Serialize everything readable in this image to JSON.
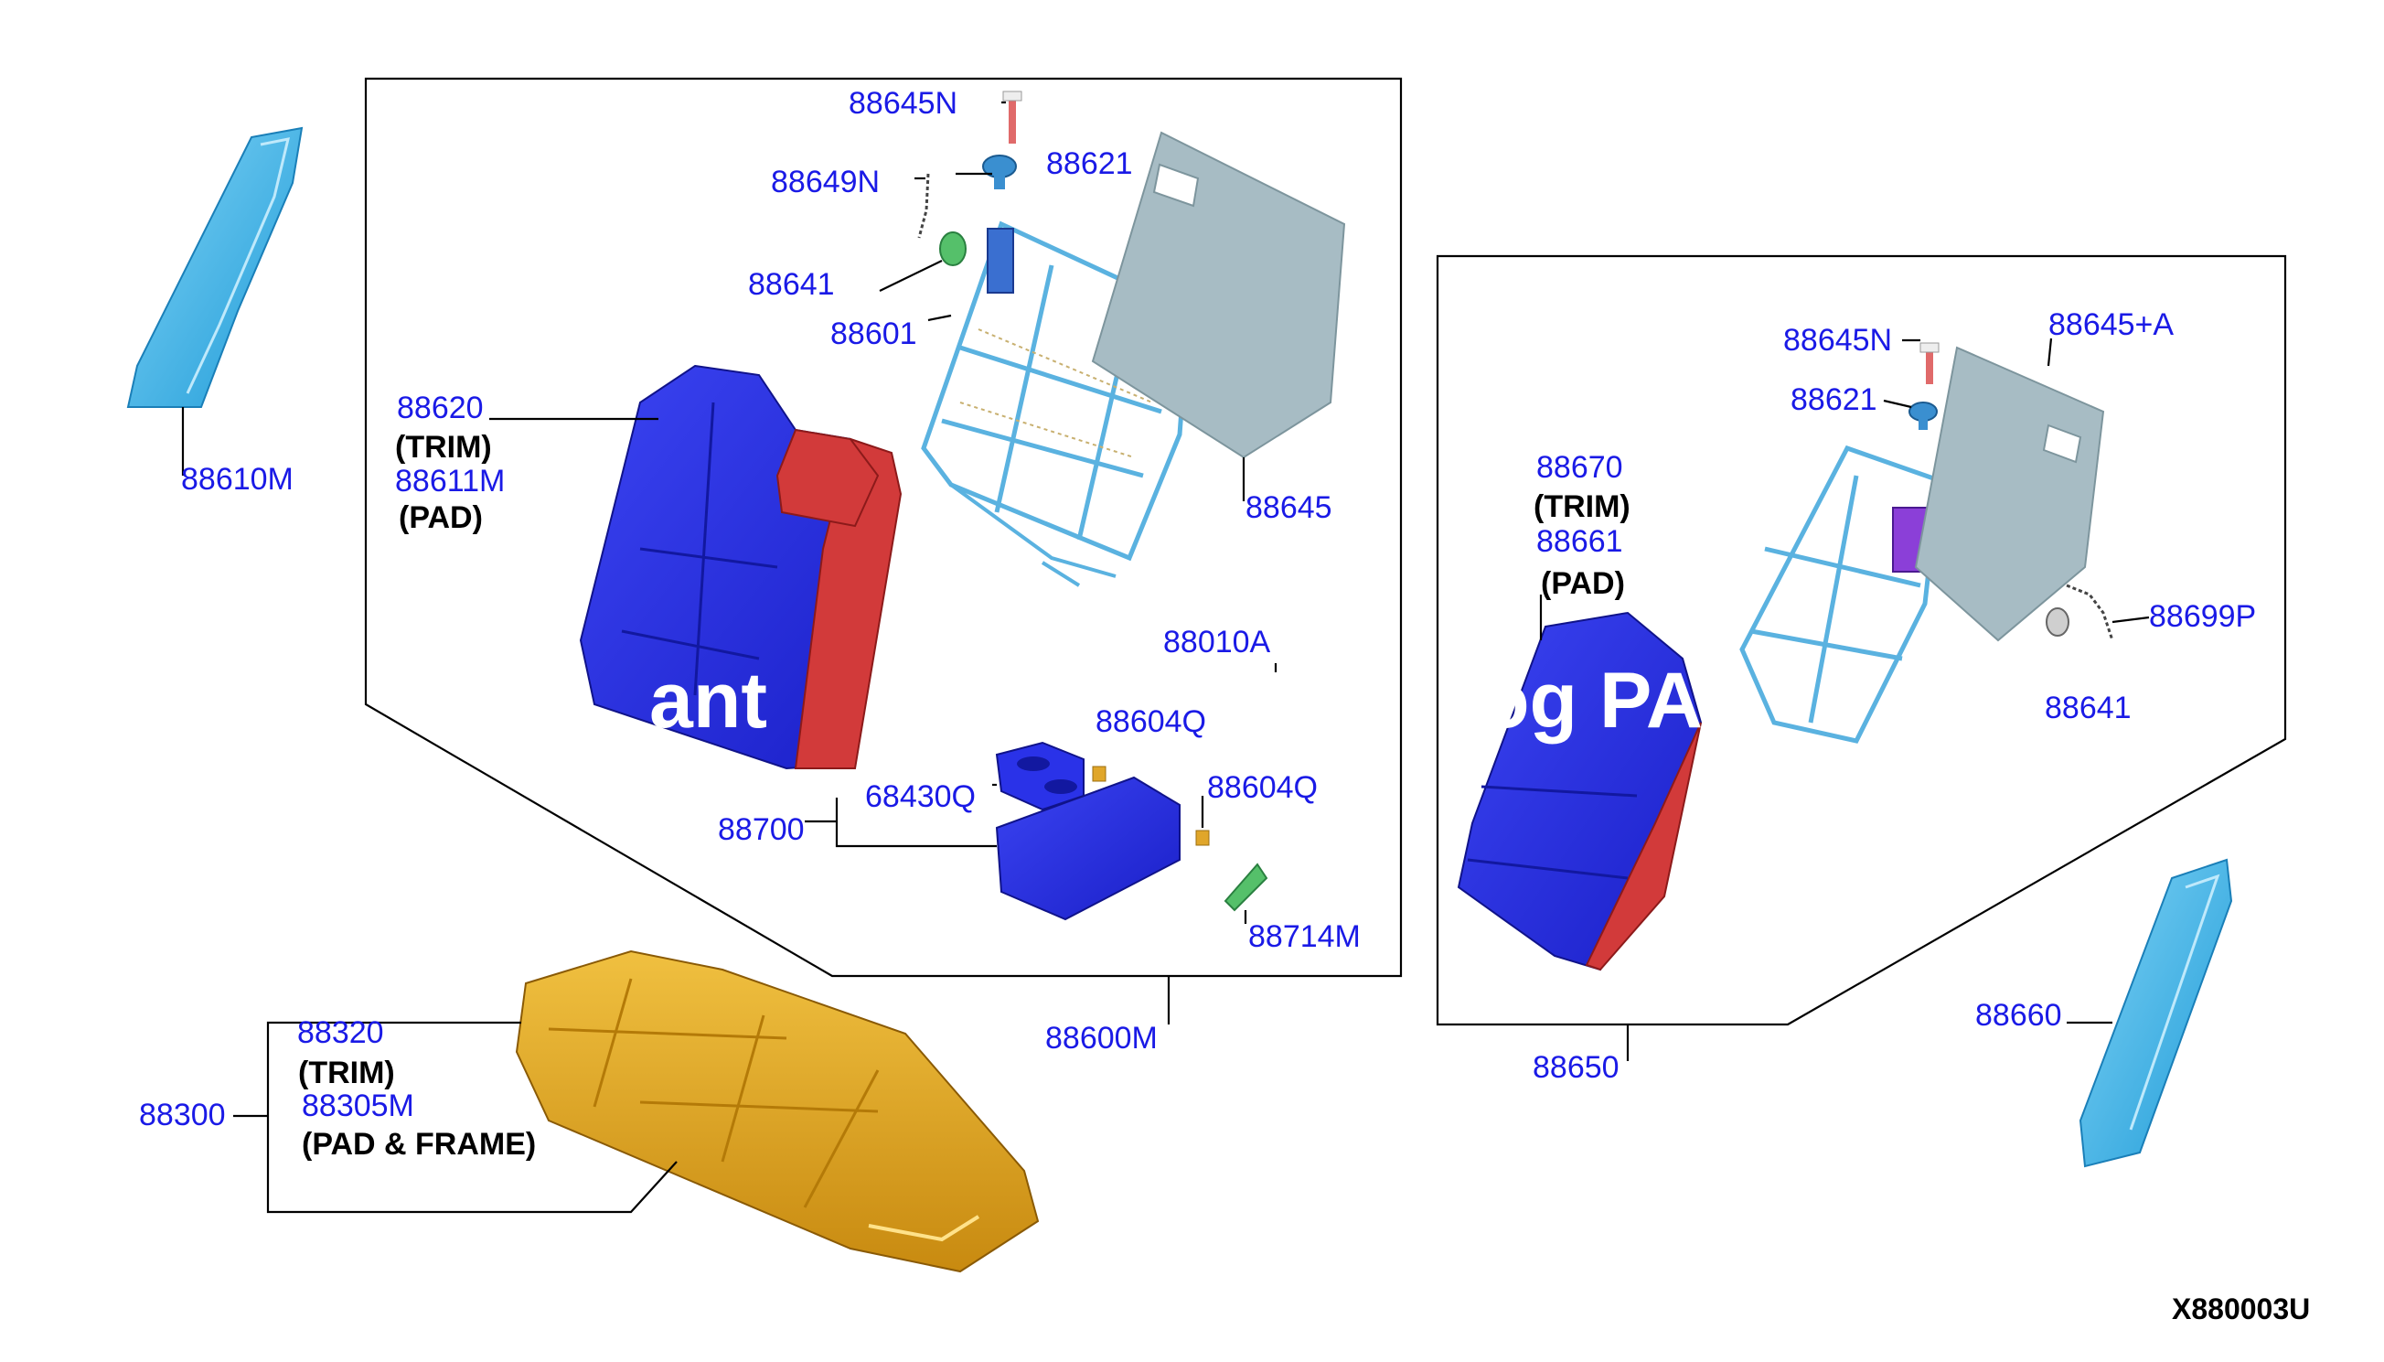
{
  "colors": {
    "label": "#1a1ae6",
    "seat_back_blue": "#2a32e8",
    "seat_back_red": "#d23a3a",
    "cushion_gold": "#e0a62a",
    "side_trim_blue": "#3fb6ea",
    "panel_gray": "#a7bcc4",
    "frame_line": "#5ab2e0",
    "clip_green": "#55c06a"
  },
  "left_box": {
    "labels": {
      "n88645N": "88645N",
      "n88621": "88621",
      "n88649N": "88649N",
      "n88641": "88641",
      "n88601": "88601",
      "n88620": "88620",
      "trim": "(TRIM)",
      "n88611M": "88611M",
      "pad": "(PAD)",
      "n88645": "88645",
      "n88010A": "88010A",
      "n88604Q_a": "88604Q",
      "n68430Q": "68430Q",
      "n88604Q_b": "88604Q",
      "n88700": "88700",
      "n88714M": "88714M",
      "n88600M": "88600M"
    }
  },
  "right_box": {
    "labels": {
      "n88645N": "88645N",
      "n88645A": "88645+A",
      "n88621": "88621",
      "n88670": "88670",
      "trim": "(TRIM)",
      "n88661": "88661",
      "pad": "(PAD)",
      "n88699P": "88699P",
      "n88641": "88641",
      "n88650": "88650"
    }
  },
  "outside": {
    "n88610M": "88610M",
    "n88660": "88660",
    "n88320": "88320",
    "trim": "(TRIM)",
    "n88305M": "88305M",
    "pad_frame": "(PAD & FRAME)",
    "n88300": "88300"
  },
  "watermark": {
    "left": "ant",
    "right": "og PA"
  },
  "diagram_code": "X880003U"
}
